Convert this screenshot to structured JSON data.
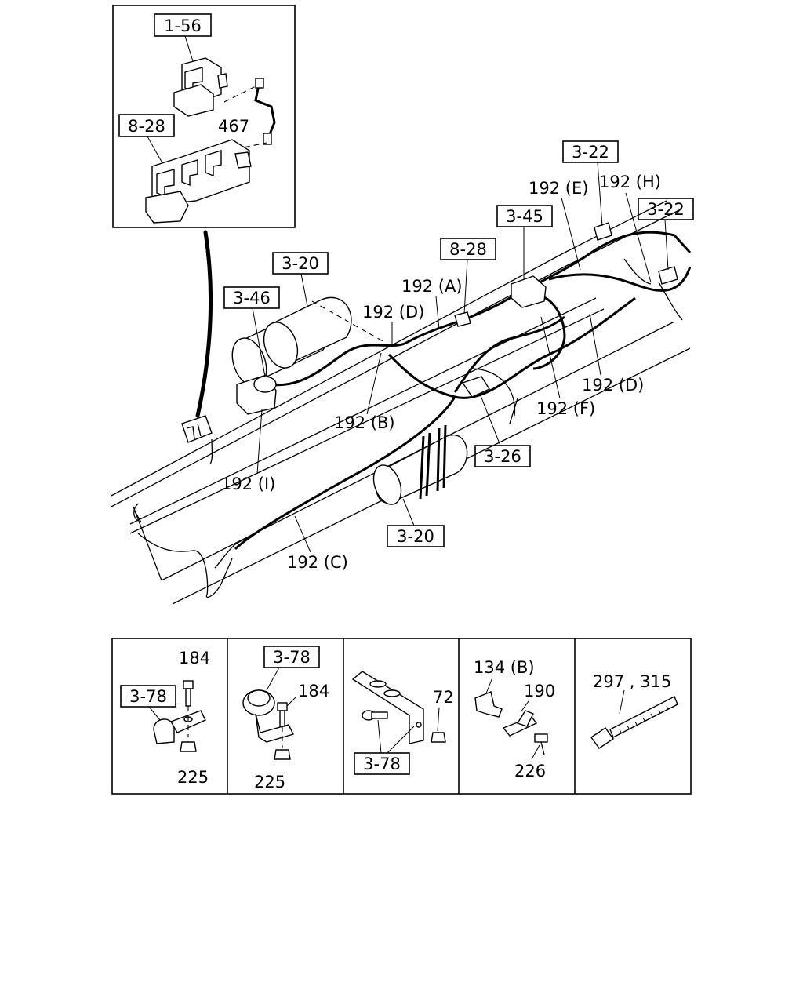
{
  "references": {
    "r1_56": "1-56",
    "r8_28_inset": "8-28",
    "r3_22_top": "3-22",
    "r3_22_right": "3-22",
    "r3_45": "3-45",
    "r8_28_main": "8-28",
    "r3_20_top": "3-20",
    "r3_46": "3-46",
    "r3_26": "3-26",
    "r3_20_bottom": "3-20",
    "r3_78_a": "3-78",
    "r3_78_b": "3-78",
    "r3_78_c": "3-78"
  },
  "labels": {
    "l467": "467",
    "l192E": "192 (E)",
    "l192H": "192 (H)",
    "l192A": "192 (A)",
    "l192D_top": "192 (D)",
    "l192D_right": "192 (D)",
    "l192F": "192 (F)",
    "l192B": "192 (B)",
    "l192I": "192 (I)",
    "l192C": "192 (C)",
    "l184_a": "184",
    "l225_a": "225",
    "l184_b": "184",
    "l225_b": "225",
    "l72": "72",
    "l134B": "134 (B)",
    "l190": "190",
    "l226": "226",
    "l297_315": "297 , 315"
  }
}
